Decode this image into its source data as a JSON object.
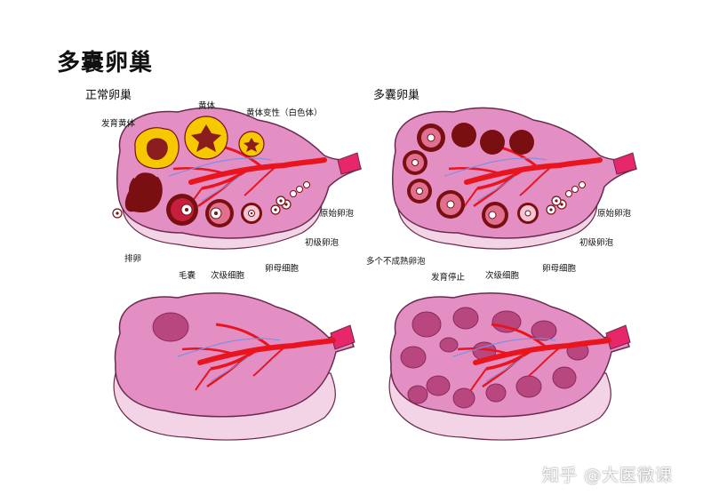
{
  "title": "多囊卵巢",
  "panels": {
    "normal": {
      "heading": "正常卵巢",
      "labels": {
        "developing_corpus_luteum": "发育黄体",
        "corpus_luteum": "黄体",
        "degenerating_corpus_luteum": "黄体变性（白色体）",
        "primordial_follicle": "原始卵泡",
        "primary_follicle": "初级卵泡",
        "ovulation": "排卵",
        "follicle": "毛囊",
        "secondary_follicle": "次级细胞",
        "oocyte": "卵母细胞"
      }
    },
    "pcos": {
      "heading": "多囊卵巢",
      "labels": {
        "primordial_follicle": "原始卵泡",
        "primary_follicle": "初级卵泡",
        "immature_follicles": "多个不成熟卵泡",
        "arrested_development": "发育停止",
        "secondary_follicle": "次级细胞",
        "oocyte": "卵母细胞"
      }
    }
  },
  "watermark": "知乎 @大医微课",
  "colors": {
    "ovary_fill": "#e48fc4",
    "ovary_stroke": "#6a2a4c",
    "capsule_fill": "#f3d3e6",
    "vessel": "#e8141e",
    "cyst_fill": "#b8477f",
    "follicle_dark": "#7a0f12",
    "corpus_luteum_yellow": "#f5c800"
  }
}
